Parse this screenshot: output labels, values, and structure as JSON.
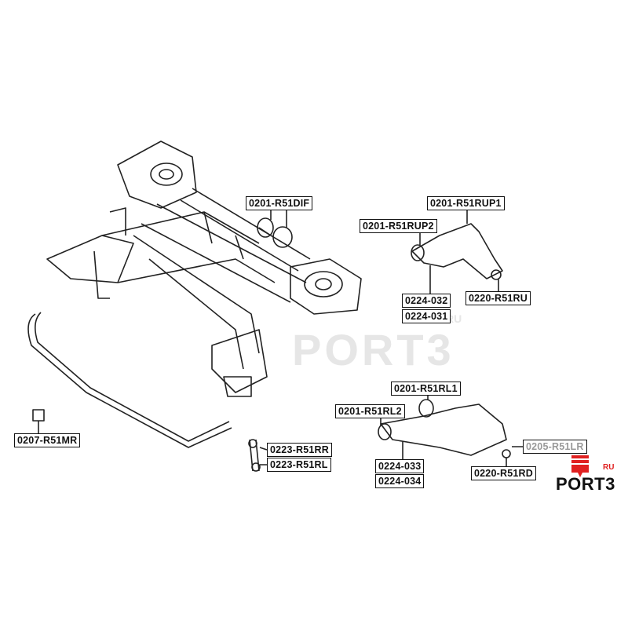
{
  "labels": {
    "dif": "0201-R51DIF",
    "rup1": "0201-R51RUP1",
    "rup2": "0201-R51RUP2",
    "a032": "0224-032",
    "a031": "0224-031",
    "ru": "0220-R51RU",
    "rl1": "0201-R51RL1",
    "rl2": "0201-R51RL2",
    "lr": "0205-R51LR",
    "a033": "0224-033",
    "a034": "0224-034",
    "rd": "0220-R51RD",
    "mr": "0207-R51MR",
    "rr": "0223-R51RR",
    "rl": "0223-R51RL"
  },
  "watermark": {
    "text": "PORT3",
    "suffix": "RU"
  },
  "logo": {
    "text": "PORT3",
    "suffix": "RU"
  },
  "colors": {
    "line": "#222222",
    "logo_red": "#e02020",
    "watermark": "#e6e6e6"
  }
}
